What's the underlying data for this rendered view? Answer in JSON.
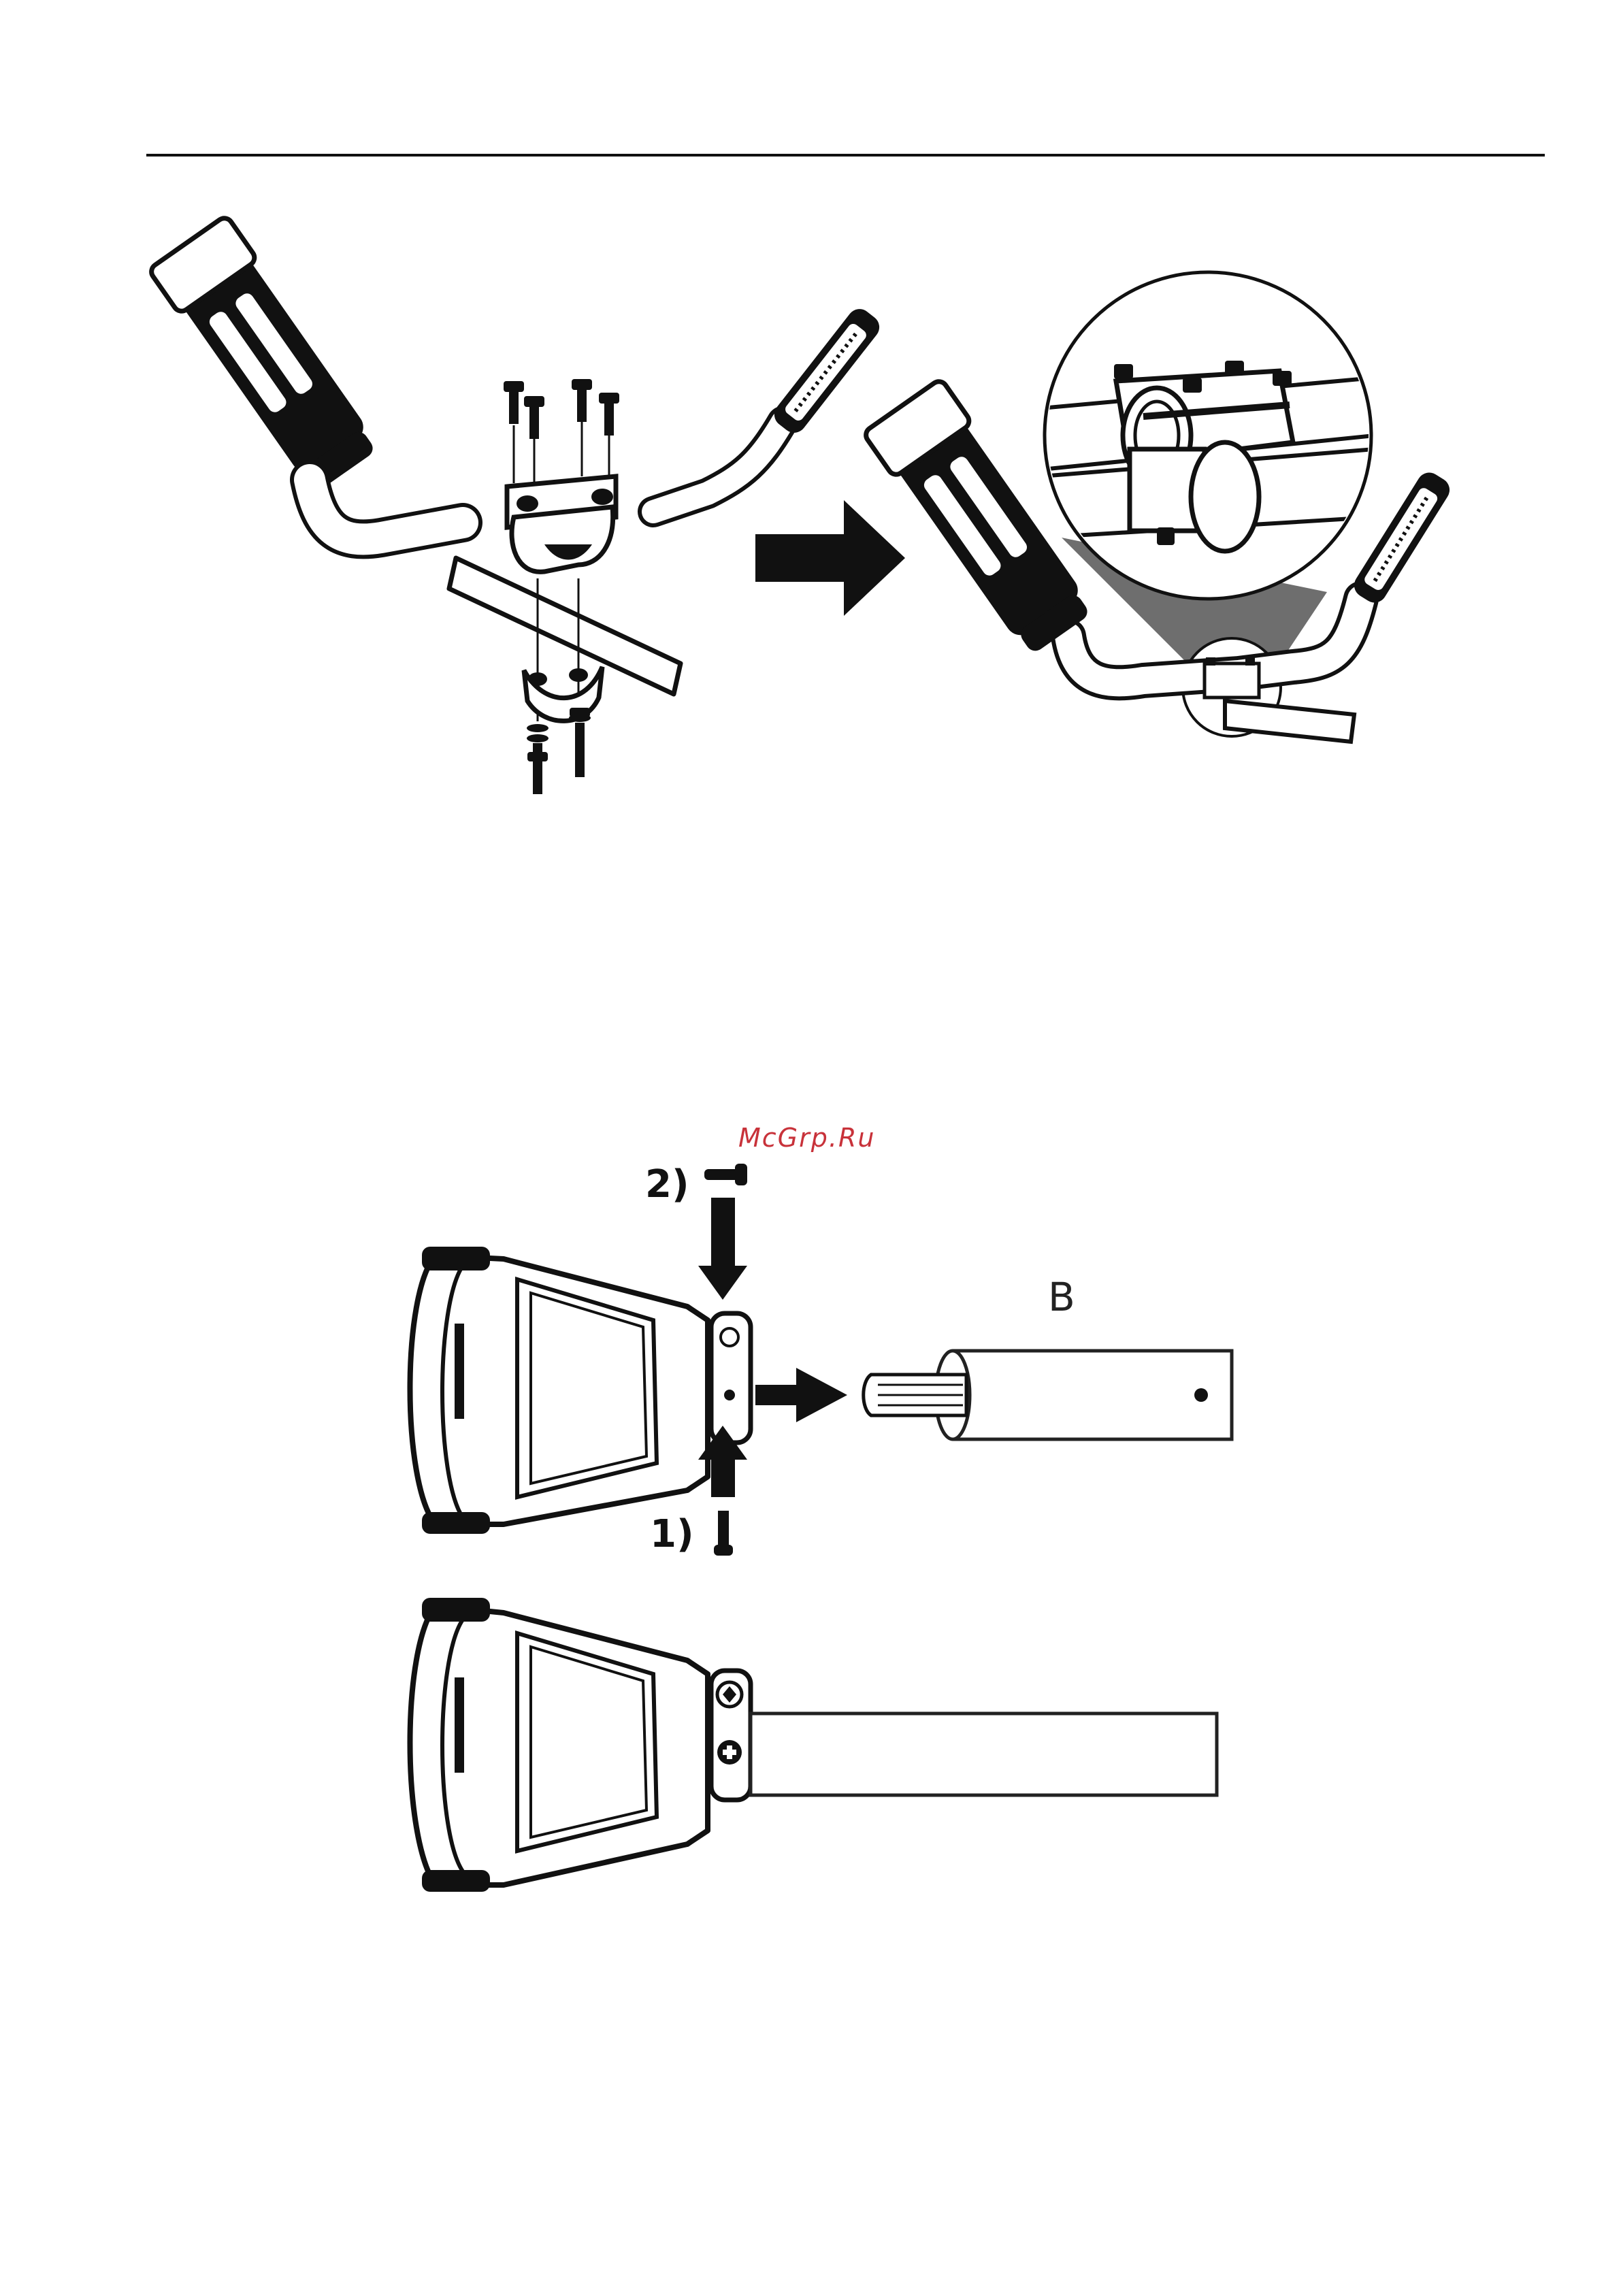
{
  "watermark": "McGrp.Ru",
  "labels": {
    "part_b": "B",
    "step_1": "1)",
    "step_2": "2)"
  },
  "colors": {
    "ink": "#111111",
    "outline": "#222222",
    "fill": "#ffffff",
    "zoom_cone": "#6e6e6e",
    "watermark": "#c8323a"
  }
}
